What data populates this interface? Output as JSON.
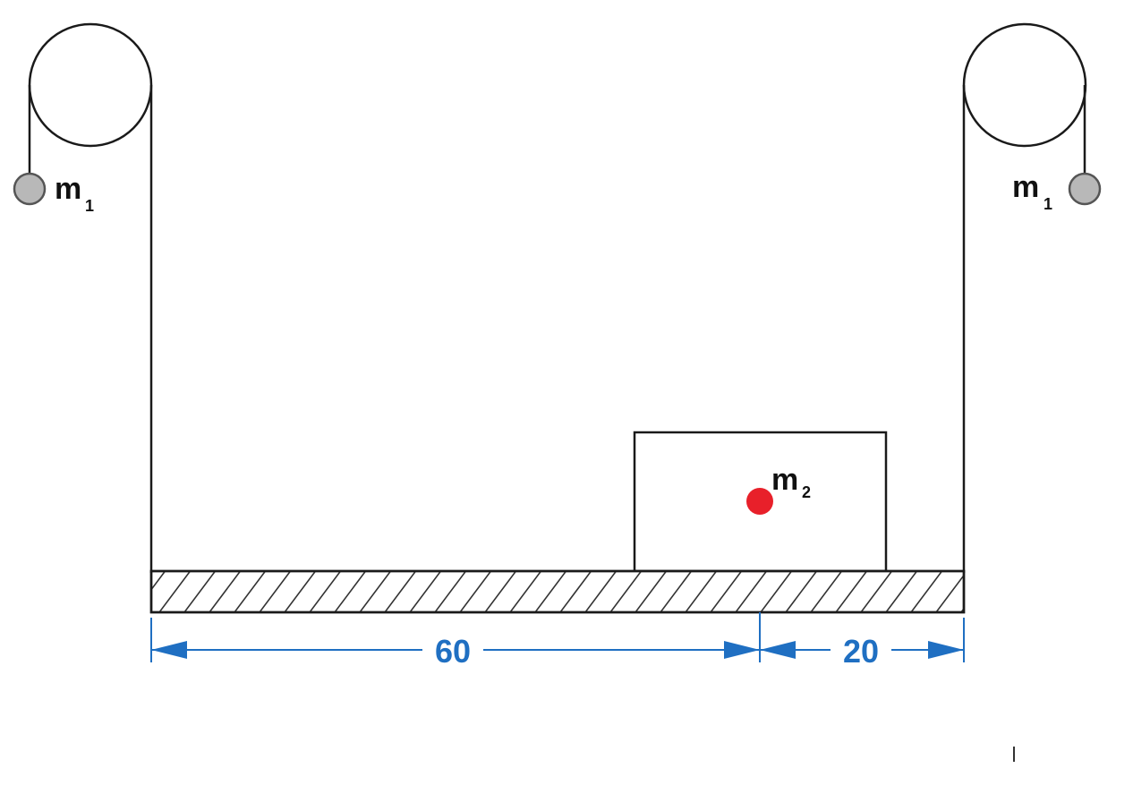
{
  "labels": {
    "left_mass": "m",
    "left_mass_sub": "1",
    "right_mass": "m",
    "right_mass_sub": "1",
    "block_mass": "m",
    "block_mass_sub": "2"
  },
  "dimensions": {
    "left_length": "60",
    "right_length": "20"
  },
  "colors": {
    "dimension": "#1f6fc2",
    "block_center": "#e8202a",
    "hanging_mass": "#b8b8b8"
  }
}
